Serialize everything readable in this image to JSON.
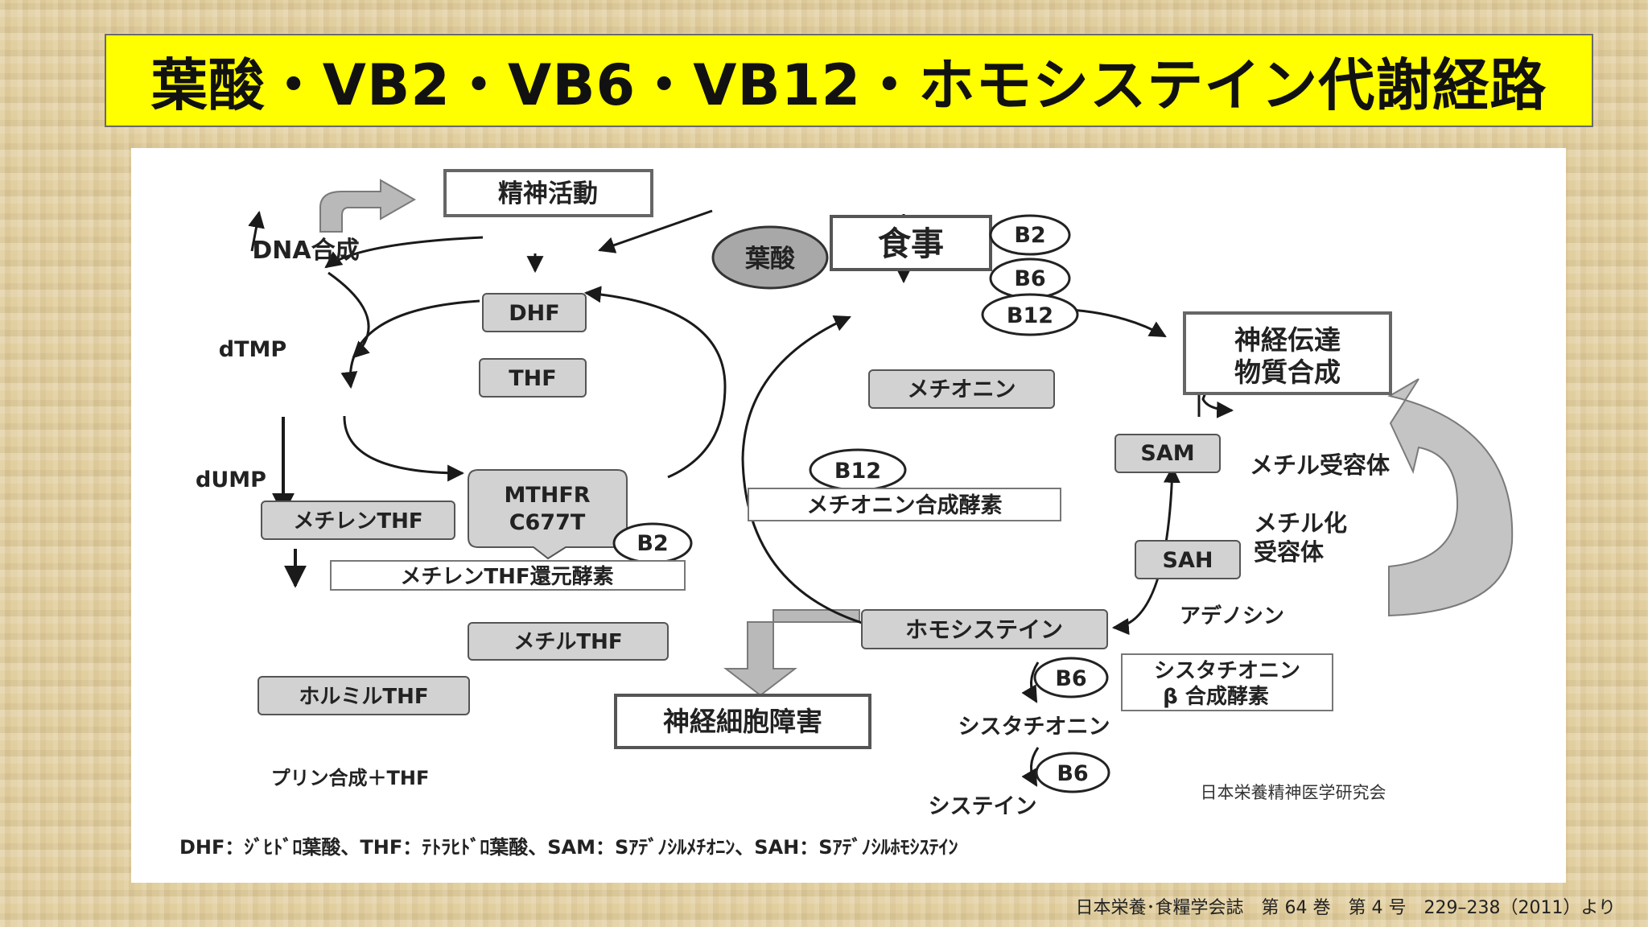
{
  "title": "葉酸・VB2・VB6・VB12・ホモシステイン代謝経路",
  "citation": "日本栄養･食糧学会誌　第 64 巻　第 4 号　229–238（2011）より",
  "attribution": "日本栄養精神医学研究会",
  "footnote": "DHF：ｼﾞﾋﾄﾞﾛ葉酸、THF：ﾃﾄﾗﾋﾄﾞﾛ葉酸、SAM：Sｱﾃﾞﾉｼﾙﾒﾁｵﾆﾝ、SAH：Sｱﾃﾞﾉｼﾙﾎﾓｼｽﾃｲﾝ",
  "nodes": {
    "mental_activity": "精神活動",
    "dna_synthesis": "DNA合成",
    "folate": "葉酸",
    "meal": "食事",
    "dhf": "DHF",
    "thf": "THF",
    "dtmp": "dTMP",
    "dump": "dUMP",
    "methylene_thf": "メチレンTHF",
    "methyl_thf": "メチルTHF",
    "formyl_thf": "ホルミルTHF",
    "purine": "プリン合成＋THF",
    "mthfr_line1": "MTHFR",
    "mthfr_line2": "C677T",
    "mthfr_enzyme": "メチレンTHF還元酵素",
    "methionine": "メチオニン",
    "methionine_synthase": "メチオニン合成酵素",
    "sam": "SAM",
    "sah": "SAH",
    "neuro_line1": "神経伝達",
    "neuro_line2": "物質合成",
    "methyl_acceptor": "メチル受容体",
    "methylated_line1": "メチル化",
    "methylated_line2": "受容体",
    "homocysteine": "ホモシステイン",
    "adenosine": "アデノシン",
    "nerve_damage": "神経細胞障害",
    "cbs_line1": "シスタチオニン",
    "cbs_line2": "β 合成酵素",
    "cystathionine": "シスタチオニン",
    "cysteine": "システイン"
  },
  "badges": {
    "b2": "B2",
    "b6": "B6",
    "b12": "B12"
  },
  "colors": {
    "title_bg": "#ffff00",
    "node_fill": "#d2d2d2",
    "folate_fill": "#a8a8a8",
    "arrow": "#1a1a1a",
    "big_arrow": "#b9b9b9"
  }
}
